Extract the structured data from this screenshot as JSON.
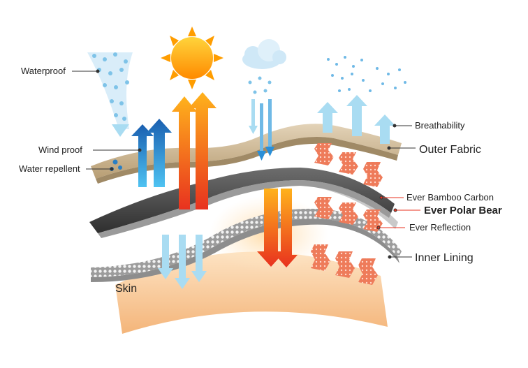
{
  "labels": {
    "waterproof": "Waterproof",
    "wind_proof": "Wind proof",
    "water_repellent": "Water repellent",
    "breathability": "Breathability",
    "outer_fabric": "Outer Fabric",
    "ever_bamboo_carbon": "Ever Bamboo Carbon",
    "ever_polar_bear": "Ever Polar Bear",
    "ever_reflection": "Ever Reflection",
    "inner_lining": "Inner Lining",
    "skin": "Skin"
  },
  "icons": {
    "sun": "sun-icon",
    "cloud": "cloud-icon",
    "rain": "rain-drops-icon",
    "snow": "snowflake-icon"
  },
  "colors": {
    "outer_fabric": "#cdb896",
    "carbon_layer": "#4a4a4a",
    "lining": "#bdbdbd",
    "skin": "#f7c99a",
    "warm_arrow": "#f15a24",
    "cool_arrow": "#2a8fd8",
    "breath_arrow": "#a9dcf2"
  }
}
